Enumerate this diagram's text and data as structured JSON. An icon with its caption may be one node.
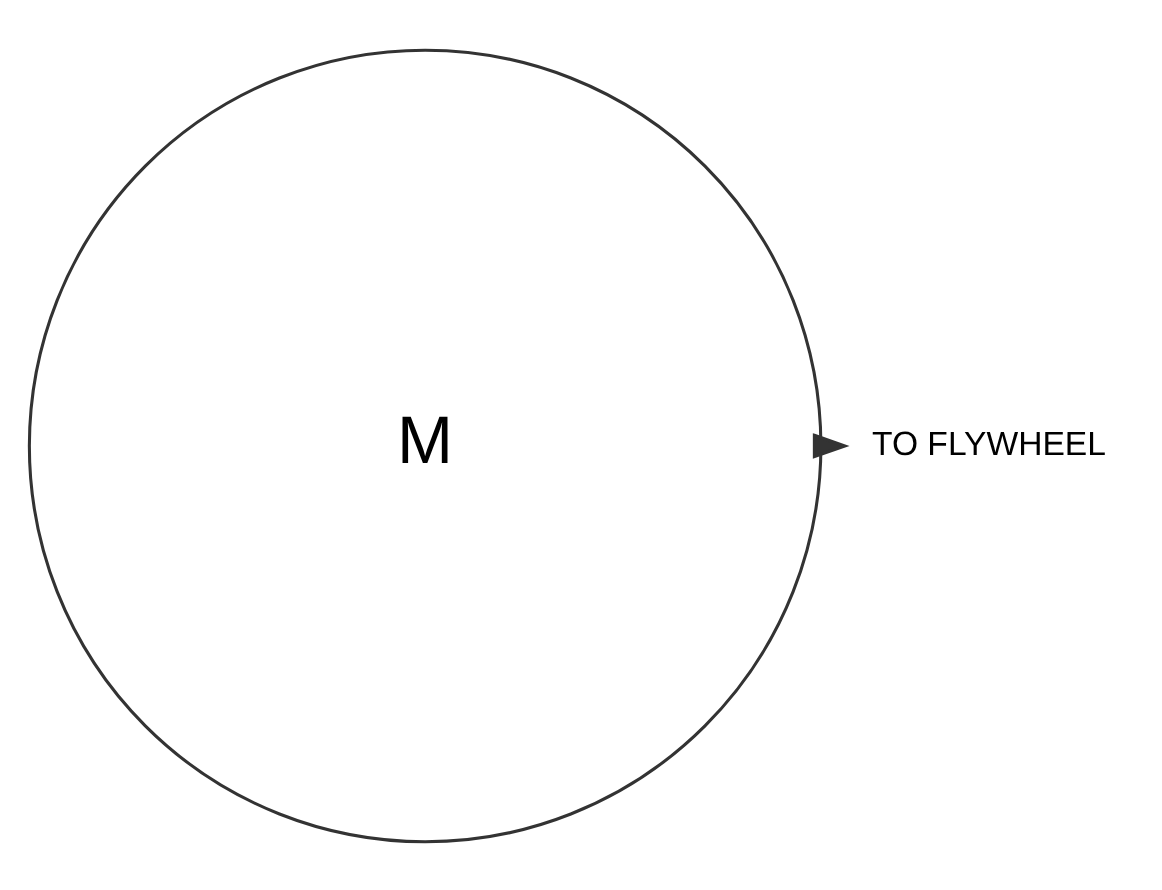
{
  "diagram": {
    "nodes": [
      {
        "text": [
          "M"
        ]
      },
      {
        "text": [
          "TO FLYWHEEL"
        ]
      }
    ],
    "edges": [
      {
        "from": 0,
        "to": 1,
        "arrow": "to"
      }
    ]
  }
}
